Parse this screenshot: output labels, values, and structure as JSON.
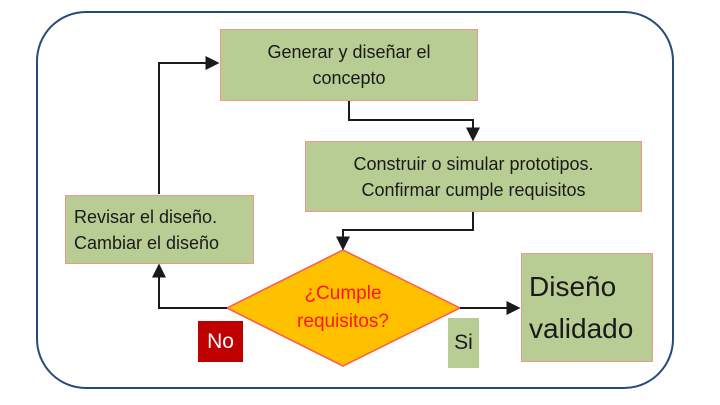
{
  "colors": {
    "node_fill": "#b7cd93",
    "node_border": "#f2968a",
    "diamond_fill": "#ffc000",
    "diamond_border": "#fb5a4b",
    "diamond_text": "#ff1515",
    "no_bg": "#c00000",
    "no_text": "#ffffff",
    "frame_border": "#254a7c",
    "arrow": "#1a1a1a"
  },
  "nodes": {
    "generar": {
      "label": "Generar y diseñar el\nconcepto"
    },
    "construir": {
      "label": "Construir o simular prototipos.\nConfirmar cumple requisitos"
    },
    "revisar": {
      "label": "Revisar el diseño.\nCambiar el diseño"
    },
    "decision": {
      "label": "¿Cumple\nrequisitos?"
    },
    "validado": {
      "label": "Diseño\nvalidado"
    }
  },
  "edges": {
    "no_label": "No",
    "si_label": "Si"
  }
}
